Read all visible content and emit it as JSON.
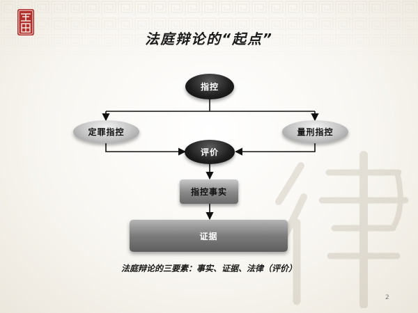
{
  "slide": {
    "title": "法庭辩论的“起点”",
    "summary": "法庭辩论的三要素：事实、证据、法律（评价）",
    "page_number": "2"
  },
  "diagram": {
    "nodes": {
      "accusation": "指控",
      "conviction_charge": "定罪指控",
      "sentencing_charge": "量刑指控",
      "evaluation": "评价",
      "charged_facts": "指控事实",
      "evidence": "证据"
    },
    "edges": [
      {
        "from": "accusation",
        "to": "conviction_charge"
      },
      {
        "from": "accusation",
        "to": "sentencing_charge"
      },
      {
        "from": "conviction_charge",
        "to": "evaluation"
      },
      {
        "from": "sentencing_charge",
        "to": "evaluation"
      },
      {
        "from": "evaluation",
        "to": "charged_facts"
      },
      {
        "from": "charged_facts",
        "to": "evidence"
      }
    ]
  },
  "decoration": {
    "seal": "印章",
    "watermark": "律"
  },
  "colors": {
    "dark_node": "#1e1e1e",
    "light_node": "#c4c4c4",
    "connector": "#111111",
    "seal_red": "#b0312c"
  }
}
